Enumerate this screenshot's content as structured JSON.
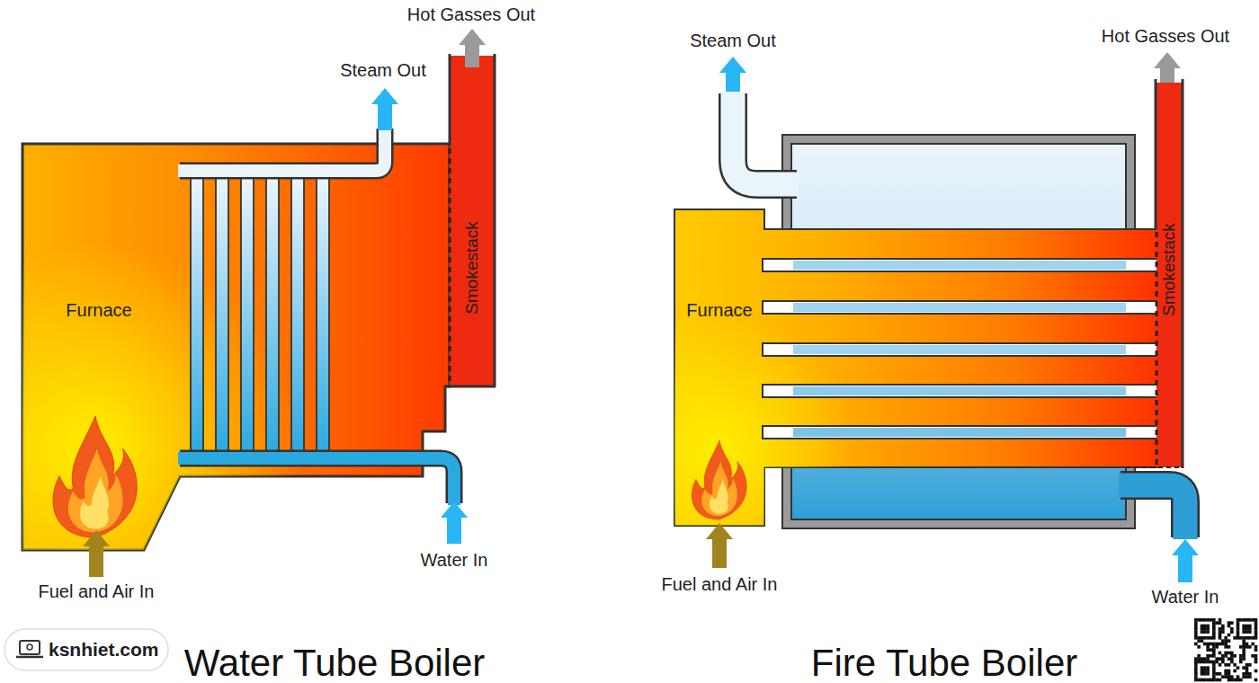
{
  "diagram": {
    "nodes": [
      {
        "text": [
          "Furnace"
        ]
      },
      {
        "text": [
          "Smokestack"
        ]
      },
      {
        "text": [
          "Furnace"
        ]
      },
      {
        "text": [
          "Smokestack"
        ]
      }
    ],
    "labels": [
      "Hot Gasses Out",
      "Steam Out",
      "Water In",
      "Fuel and Air In",
      "Water Tube Boiler",
      "Steam Out",
      "Hot Gasses Out",
      "Water In",
      "Fuel and Air In",
      "Fire Tube Boiler",
      "ksnhiet.com"
    ]
  }
}
